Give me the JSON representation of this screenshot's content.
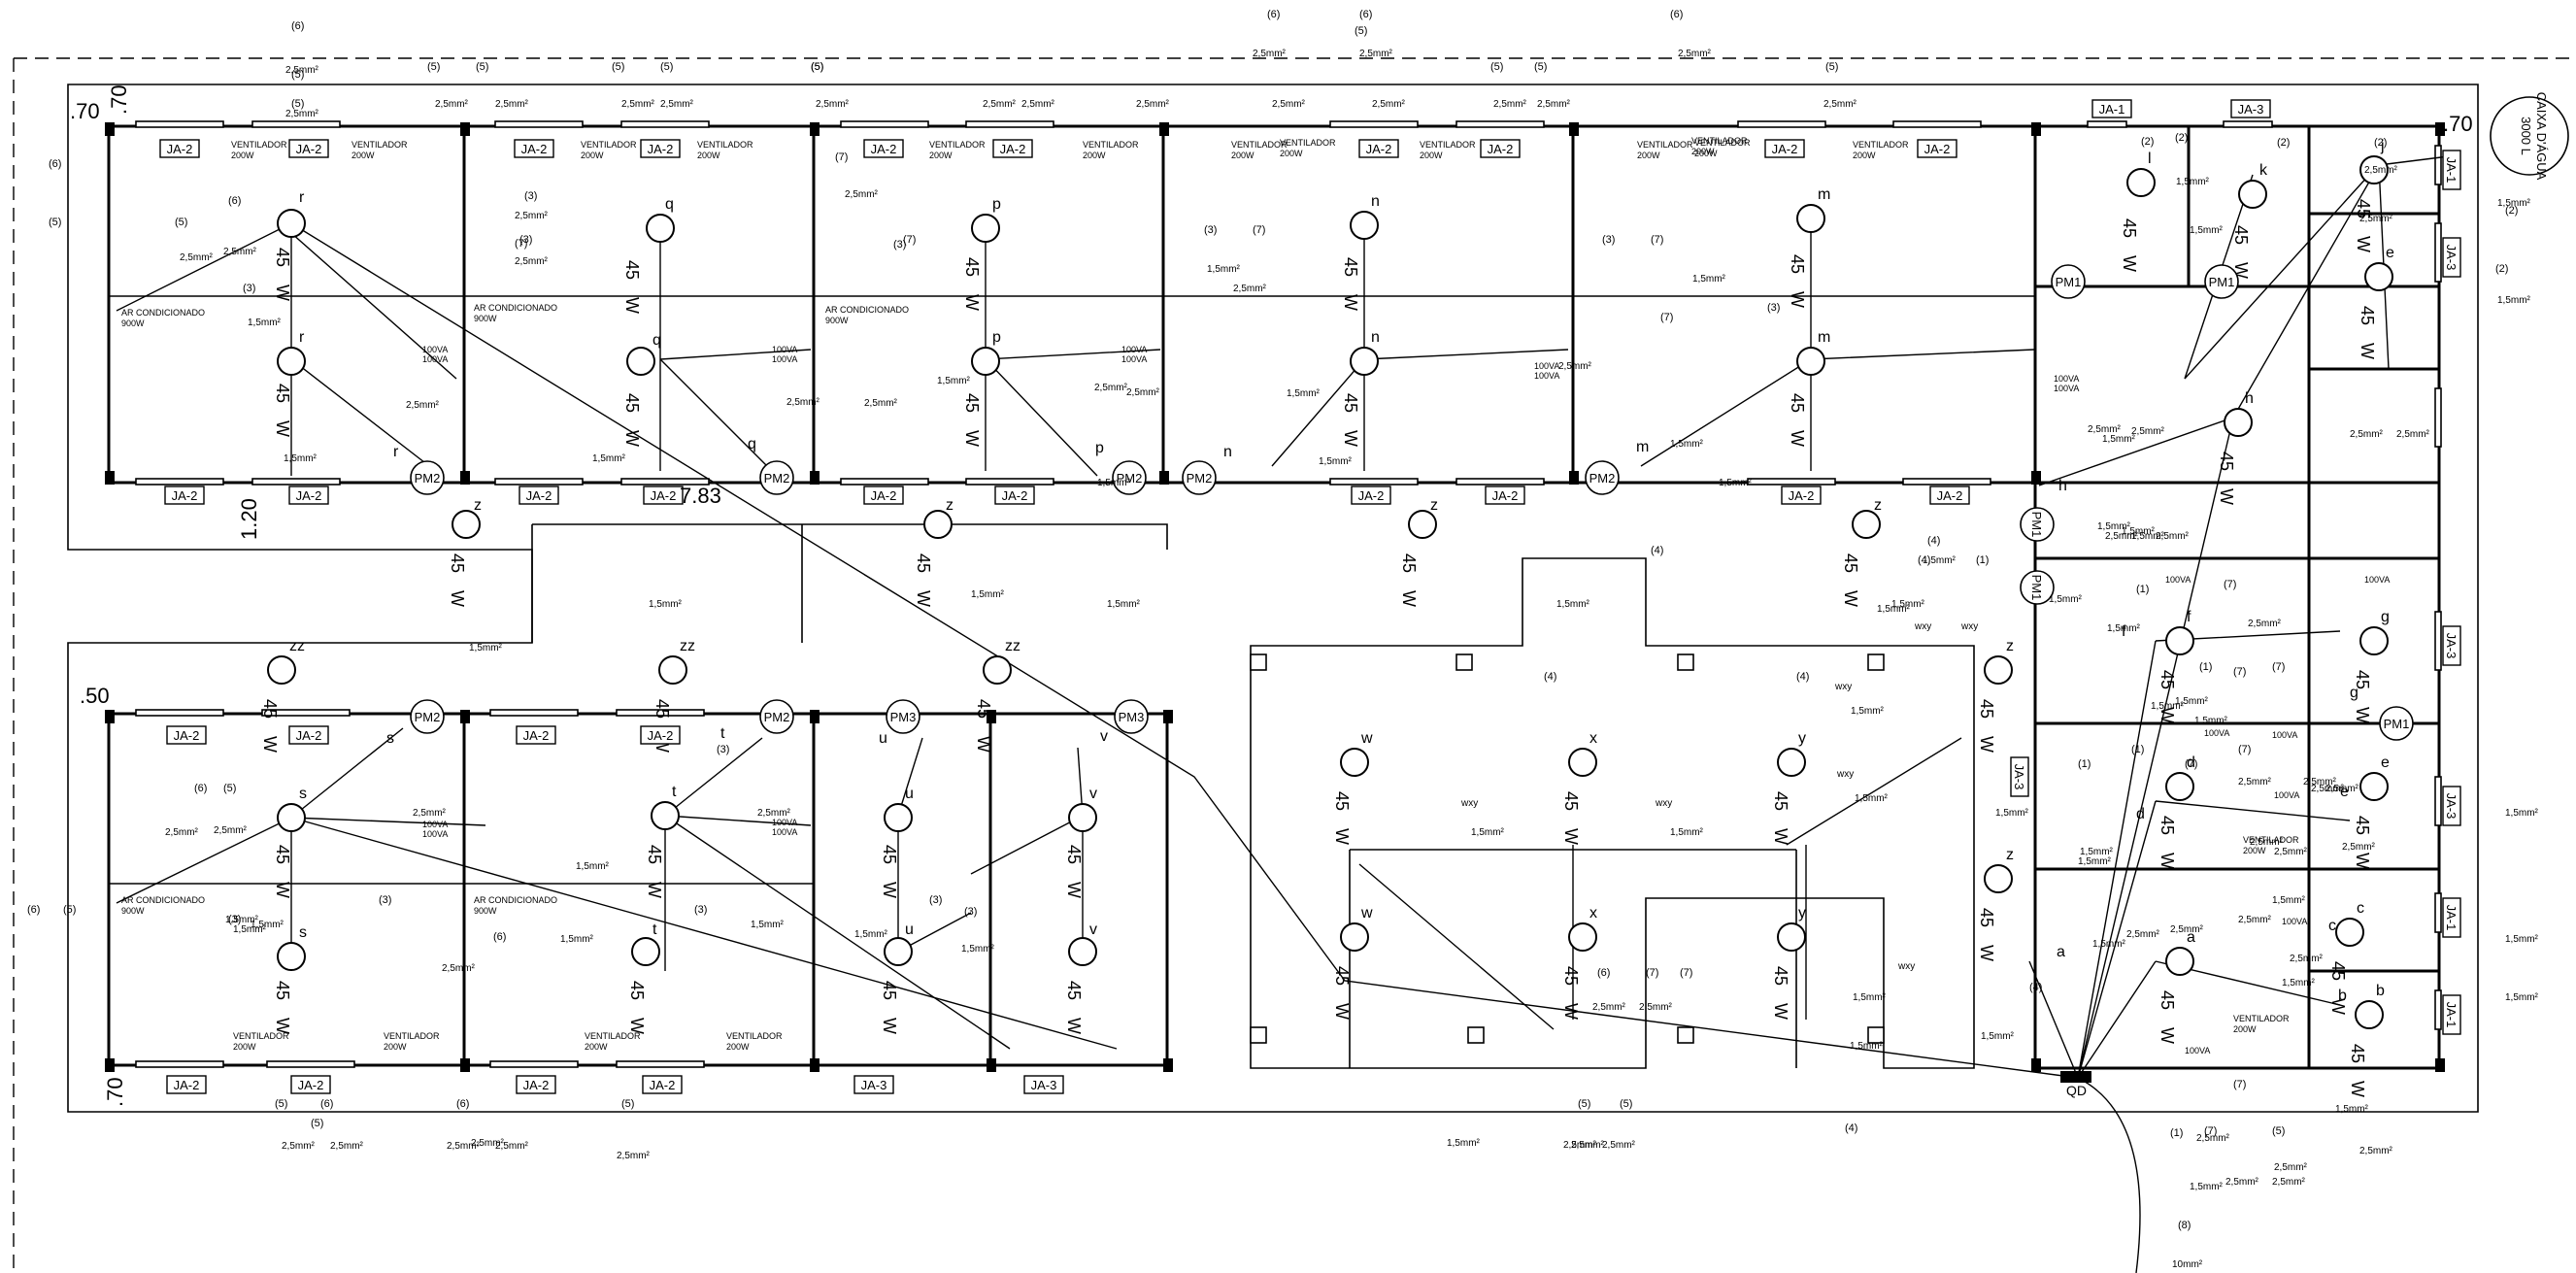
{
  "header": {
    "tank_label": "CAIXA D'ÁGUA",
    "tank_volume": "3000 L"
  },
  "dimensions": {
    "top_left": ".70",
    "top_left_vertical": ".70",
    "top_right": ".70",
    "corridor": "1.20",
    "lower_left": ".50",
    "bottom_left": ".70",
    "center": "7.83"
  },
  "fixtures": {
    "lamp_power": "45",
    "lamp_unit": "W",
    "ac_label": "AR CONDICIONADO",
    "ac_power": "900W",
    "fan_label": "VENTILADOR",
    "fan_power": "200W",
    "outlet": "100VA",
    "wire_small": "1,5mm²",
    "wire_medium": "2,5mm²",
    "wire_large": "10mm²",
    "circuit_group": "wxy"
  },
  "window_tags": [
    "JA-1",
    "JA-2",
    "JA-3"
  ],
  "door_tags": [
    "PM1",
    "PM2",
    "PM3"
  ],
  "circuit_letters": [
    "a",
    "b",
    "c",
    "d",
    "e",
    "f",
    "g",
    "h",
    "k",
    "l",
    "m",
    "n",
    "p",
    "q",
    "r",
    "s",
    "t",
    "u",
    "v",
    "w",
    "x",
    "y",
    "z",
    "zz"
  ],
  "circuit_numbers": [
    "(1)",
    "(2)",
    "(3)",
    "(4)",
    "(5)",
    "(6)",
    "(7)",
    "(8)"
  ],
  "qd_label": "QD"
}
